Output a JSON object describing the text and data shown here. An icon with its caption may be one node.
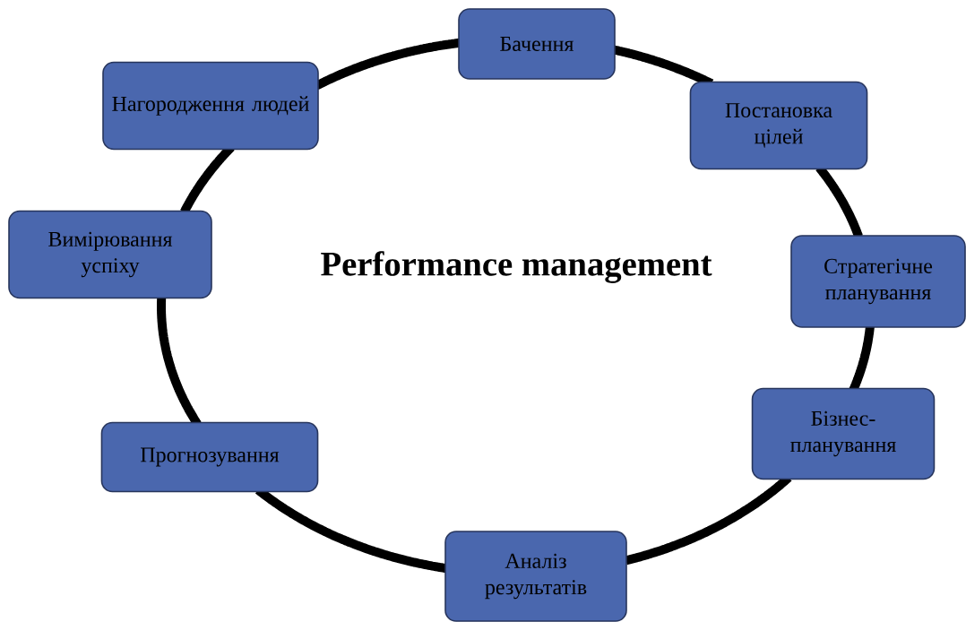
{
  "diagram": {
    "title": "Performance management",
    "nodes": [
      {
        "text": [
          "Бачення"
        ]
      },
      {
        "text": [
          "Постановка цілей"
        ]
      },
      {
        "text": [
          "Стратегічне планування"
        ]
      },
      {
        "text": [
          "Бізнес- планування"
        ]
      },
      {
        "text": [
          "Аналіз результатів"
        ]
      },
      {
        "text": [
          "Прогнозування"
        ]
      },
      {
        "text": [
          "Вимірювання успіху"
        ]
      },
      {
        "text": [
          "Нагородження людей"
        ]
      }
    ],
    "edges": [
      {
        "from": 0,
        "to": 1,
        "arrow": "none"
      },
      {
        "from": 1,
        "to": 2,
        "arrow": "none"
      },
      {
        "from": 2,
        "to": 3,
        "arrow": "none"
      },
      {
        "from": 3,
        "to": 4,
        "arrow": "none"
      },
      {
        "from": 4,
        "to": 5,
        "arrow": "none"
      },
      {
        "from": 5,
        "to": 6,
        "arrow": "none"
      },
      {
        "from": 6,
        "to": 7,
        "arrow": "none"
      },
      {
        "from": 7,
        "to": 0,
        "arrow": "none"
      }
    ]
  }
}
